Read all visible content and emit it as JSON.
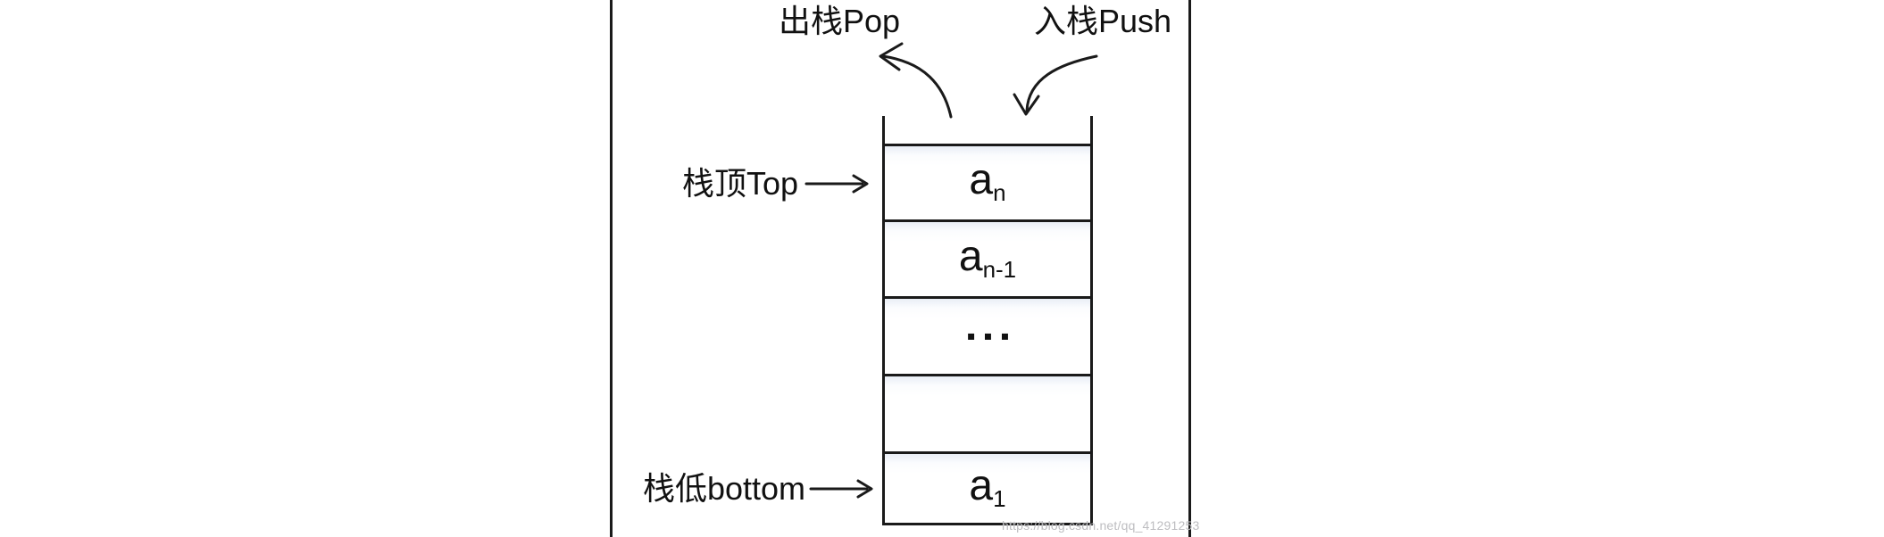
{
  "figure": {
    "title_labels": {
      "pop": "出栈Pop",
      "push": "入栈Push"
    },
    "pointer_labels": {
      "top": "栈顶Top",
      "bottom": "栈低bottom"
    },
    "stack": {
      "cells": [
        {
          "base": "a",
          "sub": "n"
        },
        {
          "base": "a",
          "sub": "n-1"
        },
        {
          "dots": "▪▪▪"
        },
        {
          "empty": ""
        },
        {
          "base": "a",
          "sub": "1"
        }
      ]
    },
    "watermark": "https://blog.csdn.net/qq_41291253",
    "colors": {
      "line": "#1a1a1a",
      "text": "#111111",
      "cell_tint": "#e9eef6",
      "watermark": "#bdbdc0",
      "background": "#ffffff"
    }
  }
}
